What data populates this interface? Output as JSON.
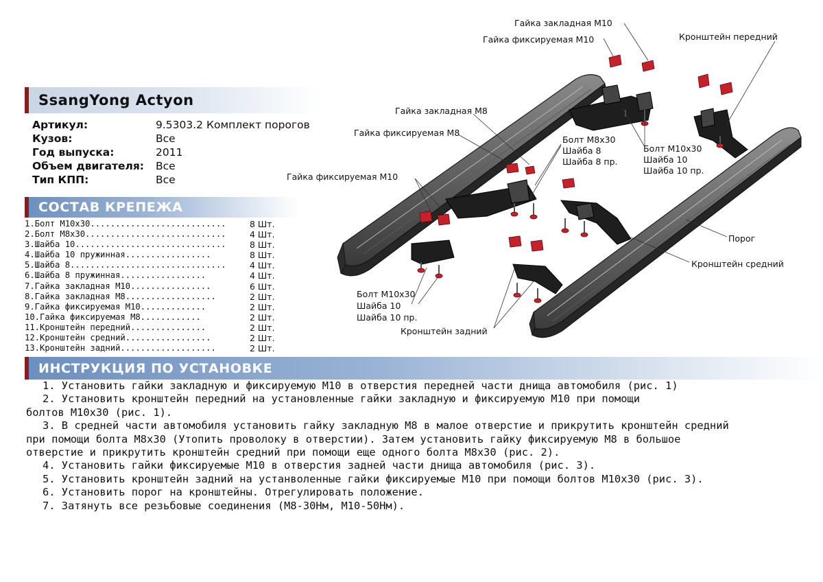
{
  "title": "SsangYong Actyon",
  "spec": [
    {
      "label": "Артикул:",
      "value": "9.5303.2 Комплект порогов"
    },
    {
      "label": "Кузов:",
      "value": "Все"
    },
    {
      "label": "Год выпуска:",
      "value": "2011"
    },
    {
      "label": "Объем двигателя:",
      "value": "Все"
    },
    {
      "label": "Тип КПП:",
      "value": "Все"
    }
  ],
  "sostav_title": "СОСТАВ КРЕПЕЖА",
  "parts": [
    {
      "name": "1.Болт М10х30...........................",
      "qty": "8 Шт."
    },
    {
      "name": "2.Болт М8х30............................",
      "qty": "4 Шт."
    },
    {
      "name": "3.Шайба 10..............................",
      "qty": "8 Шт."
    },
    {
      "name": "4.Шайба 10 пружинная.................",
      "qty": "8 Шт."
    },
    {
      "name": "5.Шайба 8...............................",
      "qty": "4 Шт."
    },
    {
      "name": "6.Шайба 8 пружинная.................",
      "qty": "4 Шт."
    },
    {
      "name": "7.Гайка закладная М10................",
      "qty": "6 Шт."
    },
    {
      "name": "8.Гайка закладная М8..................",
      "qty": "2 Шт."
    },
    {
      "name": "9.Гайка фиксируемая М10.............",
      "qty": "2 Шт."
    },
    {
      "name": "10.Гайка фиксируемая М8............",
      "qty": "2 Шт."
    },
    {
      "name": "11.Кронштейн передний...............",
      "qty": "2 Шт."
    },
    {
      "name": "12.Кронштейн средний.................",
      "qty": "2 Шт."
    },
    {
      "name": "13.Кронштейн задний...................",
      "qty": "2 Шт."
    }
  ],
  "instr_title": "ИНСТРУКЦИЯ ПО УСТАНОВКЕ",
  "instructions": [
    "1. Установить гайки закладную и фиксируемую М10 в отверстия передней части днища автомобиля (рис. 1)",
    "2. Установить кронштейн передний на установленные гайки закладную и фиксируемую М10 при помощи",
    "болтов М10х30 (рис. 1).",
    "3. В средней части автомобиля установить гайку закладную М8 в малое отверстие и прикрутить кронштейн средний",
    "при помощи болта М8х30 (Утопить проволоку в отверстии). Затем установить гайку фиксируемую М8 в большое",
    "отверстие и прикрутить кронштейн средний при помощи еще одного болта М8х30 (рис. 2).",
    "4. Установить гайки фиксируемые М10 в отверстия задней части днища автомобиля (рис. 3).",
    "5. Установить кронштейн задний на устанволенные гайки фиксируемые М10 при помощи болтов М10х30 (рис. 3).",
    "6. Установить порог на кронштейны. Отрегулировать положение.",
    "7. Затянуть все резьбовые соединения (М8-30Нм, М10-50Нм)."
  ],
  "diagram_labels": {
    "gz_m10": "Гайка закладная М10",
    "gf_m10_top": "Гайка фиксируемая М10",
    "kr_front": "Кронштейн передний",
    "gz_m8": "Гайка закладная М8",
    "gf_m8": "Гайка фиксируемая М8",
    "bolt_m8": "Болт М8х30",
    "washer_8": "Шайба 8",
    "washer_8p": "Шайба 8 пр.",
    "bolt_m10_r": "Болт М10х30",
    "washer_10_r": "Шайба 10",
    "washer_10p_r": "Шайба 10 пр.",
    "gf_m10_mid": "Гайка фиксируемая М10",
    "porog": "Порог",
    "kr_mid": "Кронштейн средний",
    "bolt_m10_l": "Болт М10х30",
    "washer_10_l": "Шайба 10",
    "washer_10p_l": "Шайба 10 пр.",
    "kr_rear": "Кронштейн задний"
  }
}
